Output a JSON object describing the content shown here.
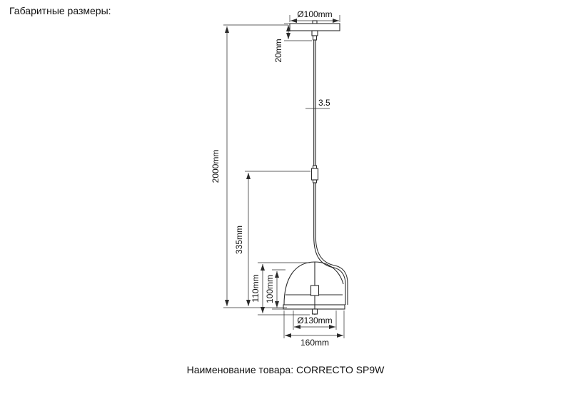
{
  "title": "Габаритные размеры:",
  "product_label": "Наименование товара: CORRECTO SP9W",
  "dimensions": {
    "canopy_diameter": "Ø100mm",
    "canopy_height": "20mm",
    "cord_width": "3.5",
    "overall_length": "2000mm",
    "mid_drop": "335mm",
    "shade_total_height": "110mm",
    "shade_height": "100mm",
    "shade_inner_diameter": "Ø130mm",
    "shade_outer_width": "160mm"
  }
}
